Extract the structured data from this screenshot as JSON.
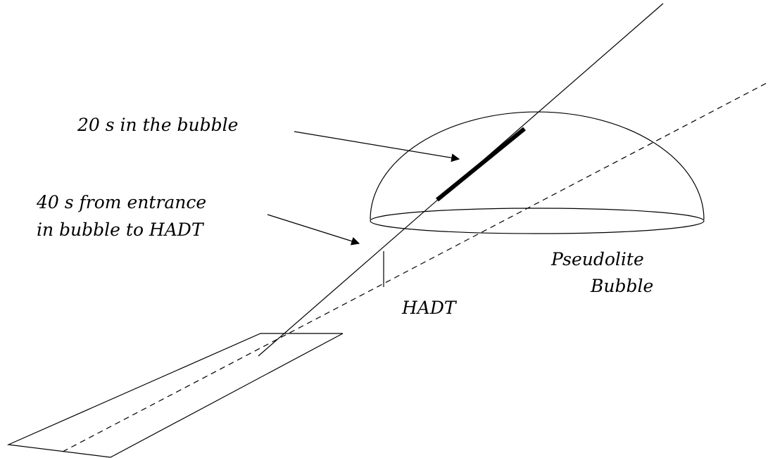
{
  "labels": {
    "bubble_time": "20 s in the bubble",
    "entrance_line1": "40 s from entrance",
    "entrance_line2": "in bubble to HADT",
    "hadt": "HADT",
    "pseudolite_line1": "Pseudolite",
    "pseudolite_line2": "Bubble"
  }
}
